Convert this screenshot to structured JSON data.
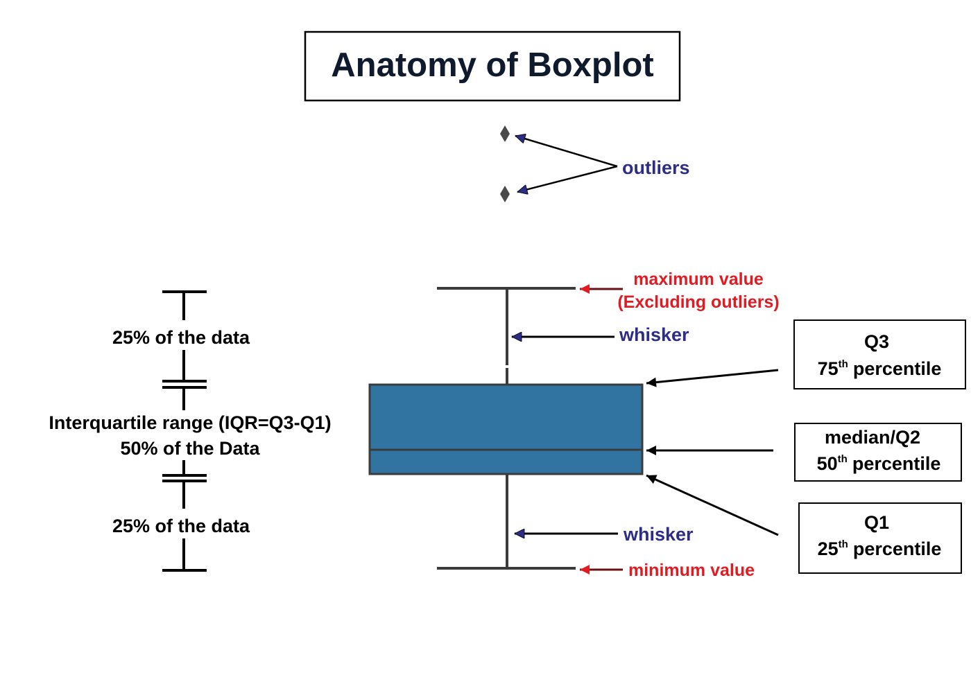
{
  "title": "Anatomy of Boxplot",
  "colors": {
    "box_fill": "#3274a1",
    "box_stroke": "#3b3b3b",
    "whisker_stroke": "#3b3b3b",
    "title_text": "#0f1a2c",
    "blue_annotation": "#2d2d87",
    "red_annotation": "#e11b22",
    "black": "#000000"
  },
  "outliers_label": "outliers",
  "maximum": {
    "line1": "maximum value",
    "line2": "(Excluding outliers)"
  },
  "minimum": {
    "label": "minimum value"
  },
  "whisker_upper_label": "whisker",
  "whisker_lower_label": "whisker",
  "left_scale": {
    "upper": "25% of the data",
    "middle_line1": "Interquartile range (IQR=Q3-Q1)",
    "middle_line2": "50% of the Data",
    "lower": "25% of the data"
  },
  "q3": {
    "title": "Q3",
    "number": "75",
    "suffix": "th",
    "label": "percentile"
  },
  "median": {
    "title": "median/Q2",
    "number": "50",
    "suffix": "th",
    "label": "percentile"
  },
  "q1": {
    "title": "Q1",
    "number": "25",
    "suffix": "th",
    "label": "percentile"
  }
}
